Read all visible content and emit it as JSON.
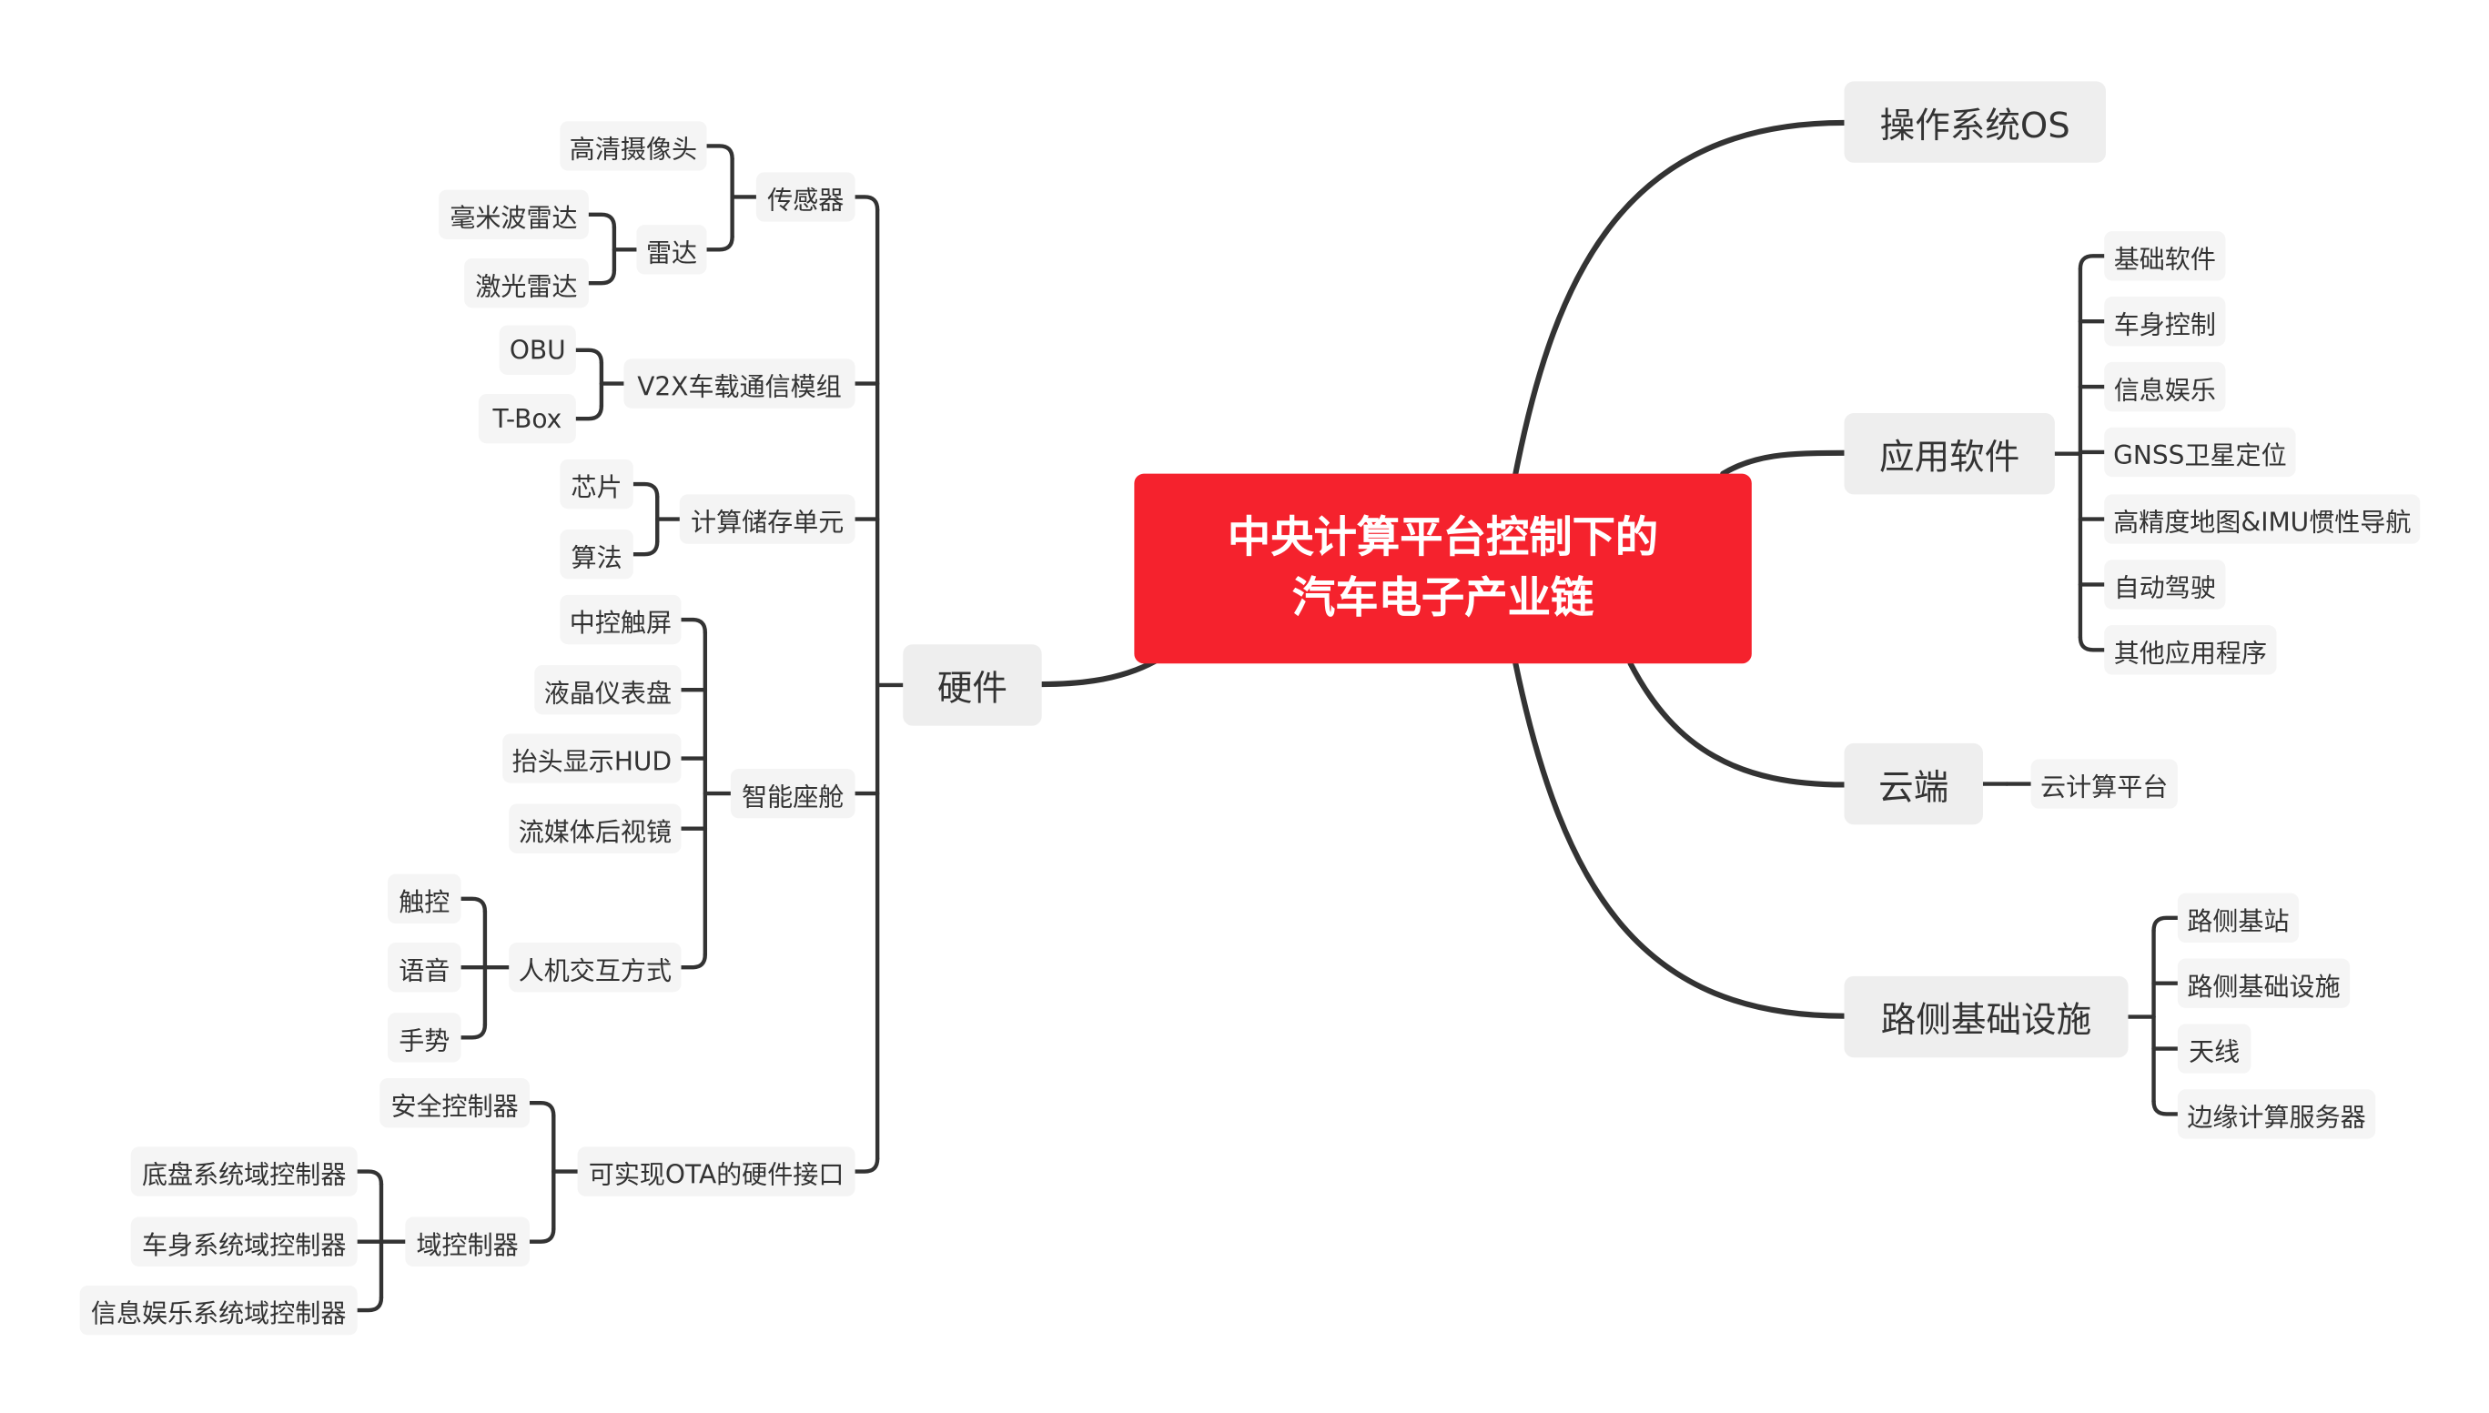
{
  "root": {
    "line1": "中央计算平台控制下的",
    "line2": "汽车电子产业链"
  },
  "hardware": {
    "label": "硬件",
    "sensor": {
      "label": "传感器",
      "camera": "高清摄像头",
      "radar": {
        "label": "雷达",
        "mmwave": "毫米波雷达",
        "lidar": "激光雷达"
      }
    },
    "v2x": {
      "label": "V2X车载通信模组",
      "obu": "OBU",
      "tbox": "T-Box"
    },
    "compute": {
      "label": "计算储存单元",
      "chip": "芯片",
      "algo": "算法"
    },
    "cockpit": {
      "label": "智能座舱",
      "touch_screen": "中控触屏",
      "lcd": "液晶仪表盘",
      "hud": "抬头显示HUD",
      "mirror": "流媒体后视镜",
      "hmi": {
        "label": "人机交互方式",
        "touch": "触控",
        "voice": "语音",
        "gesture": "手势"
      }
    },
    "ota": {
      "label": "可实现OTA的硬件接口",
      "safety": "安全控制器",
      "domain": {
        "label": "域控制器",
        "chassis": "底盘系统域控制器",
        "body": "车身系统域控制器",
        "infotainment": "信息娱乐系统域控制器"
      }
    }
  },
  "os": {
    "label": "操作系统OS"
  },
  "app": {
    "label": "应用软件",
    "items": [
      "基础软件",
      "车身控制",
      "信息娱乐",
      "GNSS卫星定位",
      "高精度地图&IMU惯性导航",
      "自动驾驶",
      "其他应用程序"
    ]
  },
  "cloud": {
    "label": "云端",
    "items": [
      "云计算平台"
    ]
  },
  "road": {
    "label": "路侧基础设施",
    "items": [
      "路侧基站",
      "路侧基础设施",
      "天线",
      "边缘计算服务器"
    ]
  },
  "colors": {
    "root_bg": "#f5222d",
    "edge": "#333333",
    "node_bg": "#eeeeee"
  }
}
